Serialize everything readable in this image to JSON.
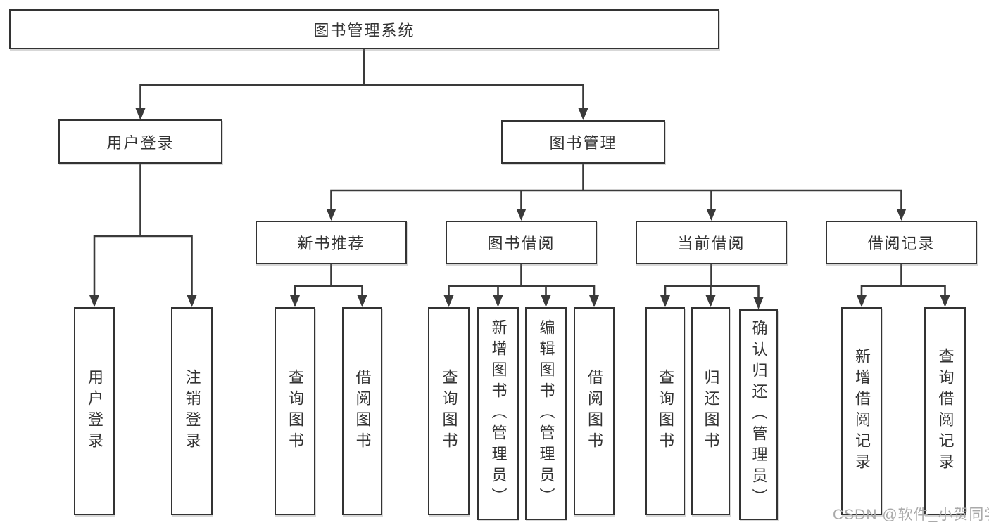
{
  "diagram": {
    "watermark": "CSDN @软件_小贺同学",
    "colors": {
      "line": "#3a3a3a",
      "border": "#333333",
      "text": "#333333",
      "box_bg": "#ffffff",
      "watermark": "#a9a9a9",
      "background": "#ffffff"
    },
    "tree": {
      "root": {
        "label": "图书管理系统"
      },
      "children": [
        {
          "label": "用户登录",
          "leaves": [
            "用户登录",
            "注销登录"
          ]
        },
        {
          "label": "图书管理",
          "children": [
            {
              "label": "新书推荐",
              "leaves": [
                "查询图书",
                "借阅图书"
              ]
            },
            {
              "label": "图书借阅",
              "leaves": [
                "查询图书",
                "新增图书（管理员）",
                "编辑图书（管理员）",
                "借阅图书"
              ]
            },
            {
              "label": "当前借阅",
              "leaves": [
                "查询图书",
                "归还图书",
                "确认归还（管理员）"
              ]
            },
            {
              "label": "借阅记录",
              "leaves": [
                "新增借阅记录",
                "查询借阅记录"
              ]
            }
          ]
        }
      ]
    }
  }
}
